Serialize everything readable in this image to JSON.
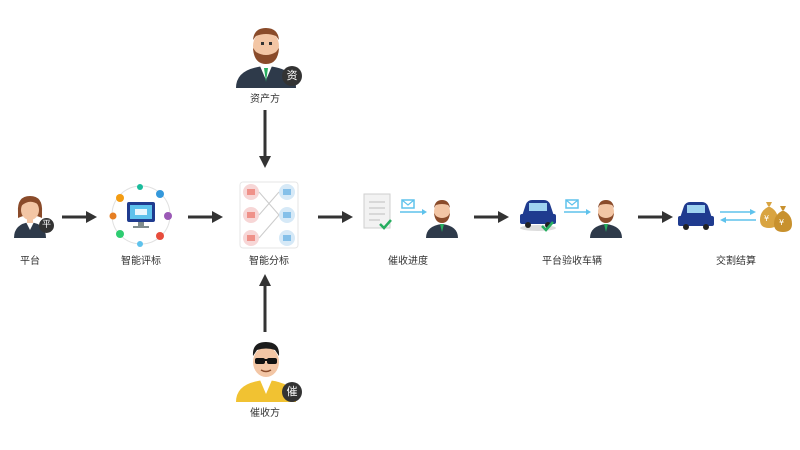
{
  "nodes": {
    "platform": {
      "label": "平台",
      "badge": "平"
    },
    "assessment": {
      "label": "智能评标"
    },
    "allocation": {
      "label": "智能分标"
    },
    "asset_party": {
      "label": "资产方",
      "badge": "资"
    },
    "collector": {
      "label": "催收方",
      "badge": "催"
    },
    "progress": {
      "label": "催收进度"
    },
    "inspection": {
      "label": "平台验收车辆"
    },
    "settlement": {
      "label": "交割结算",
      "currency": "¥"
    }
  },
  "colors": {
    "arrow": "#333333",
    "flow_blue": "#5ec2ec",
    "car_blue": "#1f3b8f",
    "check_green": "#27ae60",
    "money": "#d9a441",
    "suit": "#2e3a4a",
    "skin": "#f3c6a5",
    "beard": "#8a4b2a"
  }
}
